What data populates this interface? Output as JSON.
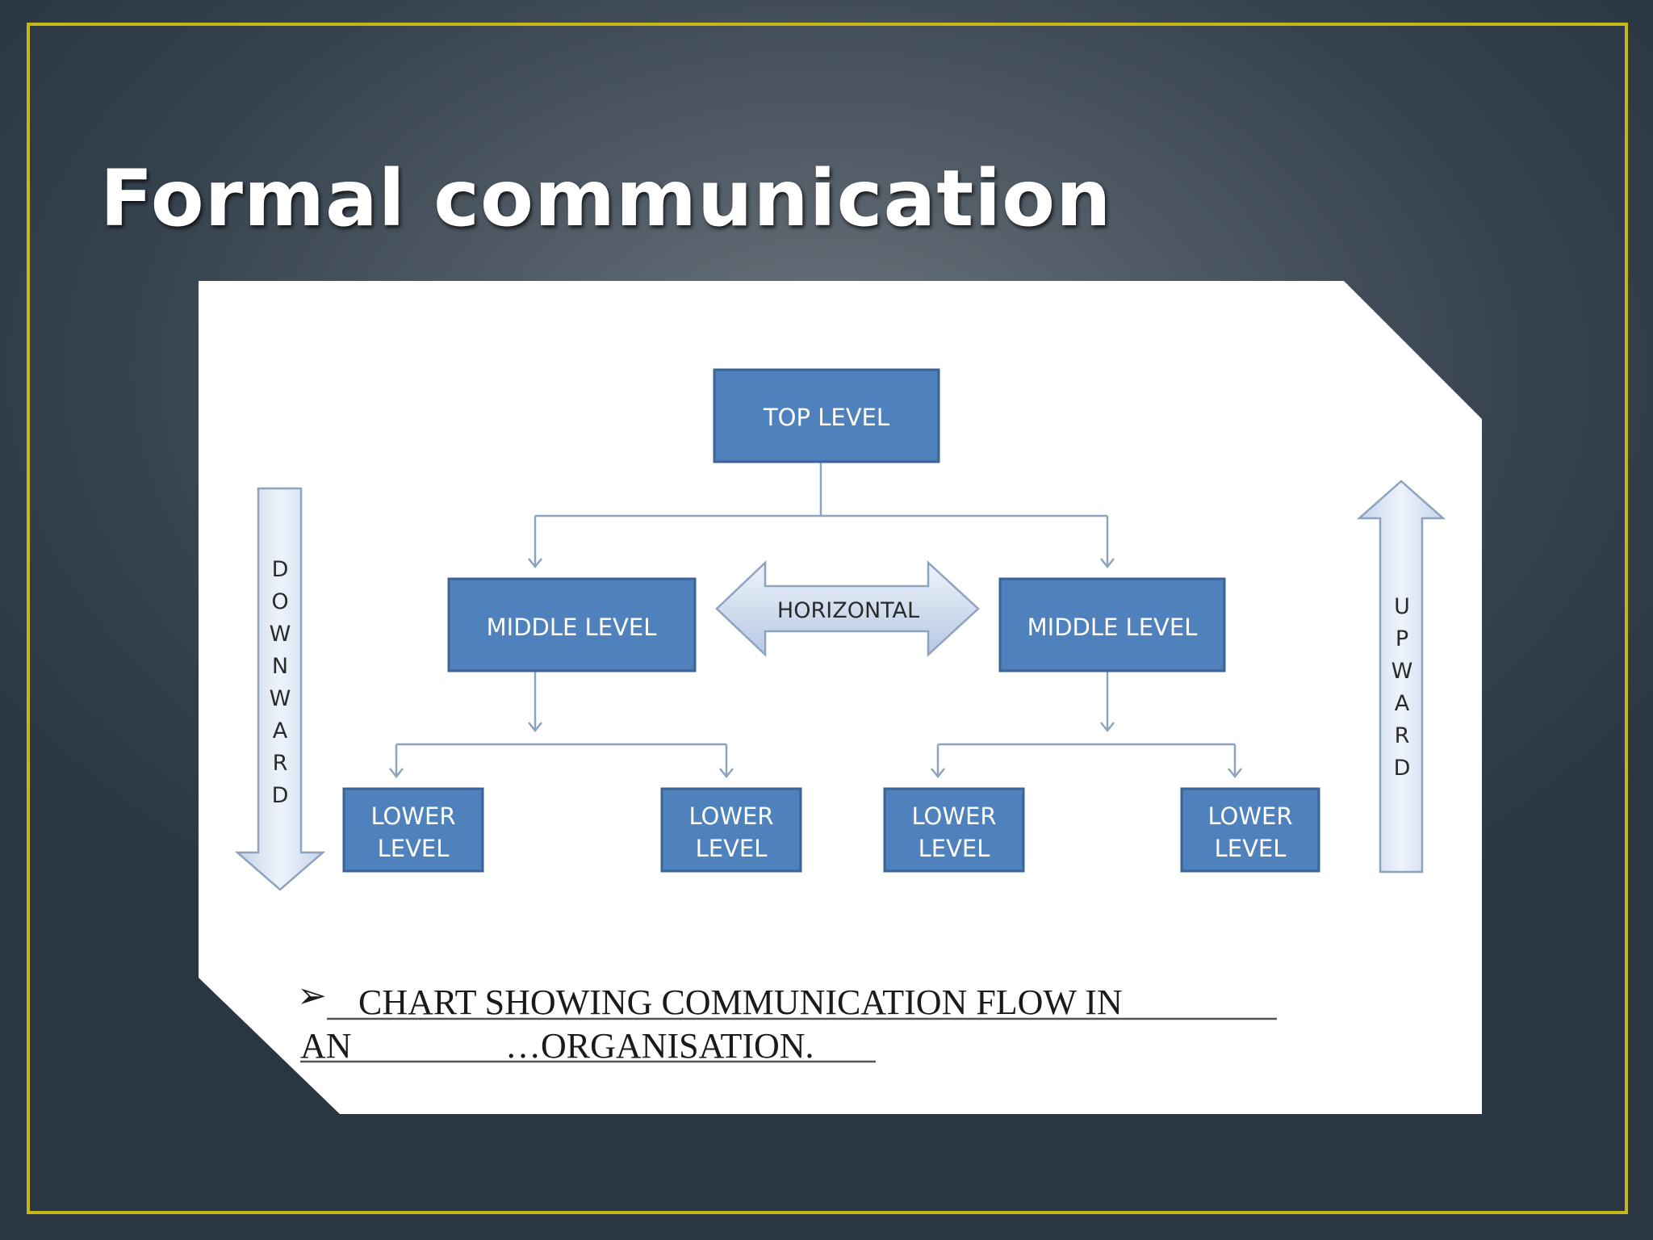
{
  "slide": {
    "title": "Formal communication"
  },
  "diagram": {
    "top": "TOP LEVEL",
    "middle_left": "MIDDLE LEVEL",
    "middle_right": "MIDDLE LEVEL",
    "horizontal": "HORIZONTAL",
    "lower": [
      {
        "line1": "LOWER",
        "line2": "LEVEL"
      },
      {
        "line1": "LOWER",
        "line2": "LEVEL"
      },
      {
        "line1": "LOWER",
        "line2": "LEVEL"
      },
      {
        "line1": "LOWER",
        "line2": "LEVEL"
      }
    ],
    "downward_letters": [
      "D",
      "O",
      "W",
      "N",
      "W",
      "A",
      "R",
      "D"
    ],
    "upward_letters": [
      "U",
      "P",
      "W",
      "A",
      "R",
      "D"
    ],
    "caption_bullet": "➢",
    "caption_line1": "CHART SHOWING COMMUNICATION FLOW IN",
    "caption_line2_start": "AN",
    "caption_line2_end": "…ORGANISATION."
  },
  "colors": {
    "box_fill": "#4f81bd",
    "arrow_fill": "#dbe5f3",
    "frame": "#c8b619"
  }
}
